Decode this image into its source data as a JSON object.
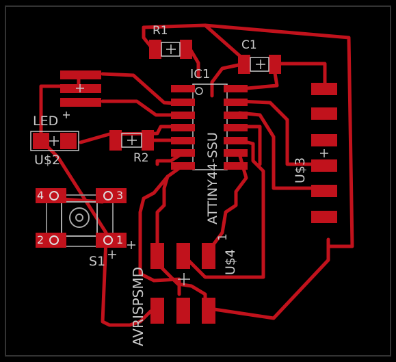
{
  "labels": {
    "r1": "R1",
    "c1": "C1",
    "ic1": "IC1",
    "ic1_part": "ATTINY44-SSU",
    "led": "LED",
    "us2": "U$2",
    "r2": "R2",
    "us3": "U$3",
    "s1": "S1",
    "us4": "U$4",
    "avrispsmd": "AVRISPSMD",
    "one": "1"
  },
  "switch_pins": {
    "p1": "1",
    "p2": "2",
    "p3": "3",
    "p4": "4"
  },
  "colors": {
    "background": "#000000",
    "copper": "#c1121c",
    "silkscreen": "#c8c8c8",
    "outline": "#3a3a3a"
  }
}
